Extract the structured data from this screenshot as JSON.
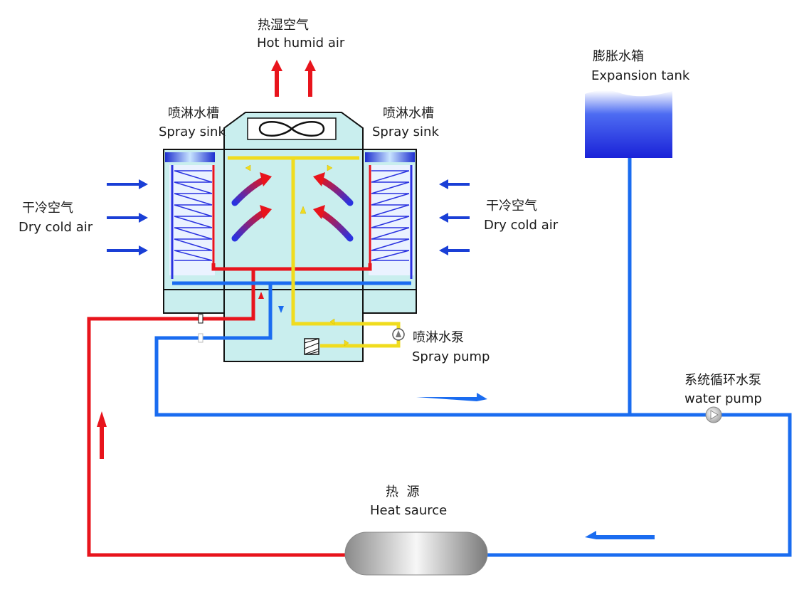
{
  "labels": {
    "hot_humid_air": {
      "cn": "热湿空气",
      "en": "Hot humid air"
    },
    "spray_sink_left": {
      "cn": "喷淋水槽",
      "en": "Spray sink"
    },
    "spray_sink_right": {
      "cn": "喷淋水槽",
      "en": "Spray sink"
    },
    "expansion_tank": {
      "cn": "膨胀水箱",
      "en": "Expansion tank"
    },
    "dry_cold_air_left": {
      "cn": "干冷空气",
      "en": "Dry cold air"
    },
    "dry_cold_air_right": {
      "cn": "干冷空气",
      "en": "Dry cold air"
    },
    "spray_pump": {
      "cn": "喷淋水泵",
      "en": "Spray pump"
    },
    "water_pump": {
      "cn": "系统循环水泵",
      "en": "water pump"
    },
    "heat_source": {
      "cn": "热  源",
      "en": "Heat saurce"
    }
  },
  "colors": {
    "hot_pipe": "#e8141c",
    "cold_pipe": "#1a6cf0",
    "spray_pipe": "#f0dc1e",
    "tower_fill": "#c9eeee",
    "air_in_arrow": "#1a3fd6",
    "air_out_arrow": "#e8141c",
    "outline": "#111111"
  },
  "icons": [
    "fan-icon",
    "pump-icon",
    "filter-icon",
    "air-arrow-icon",
    "flow-arrow-icon"
  ]
}
